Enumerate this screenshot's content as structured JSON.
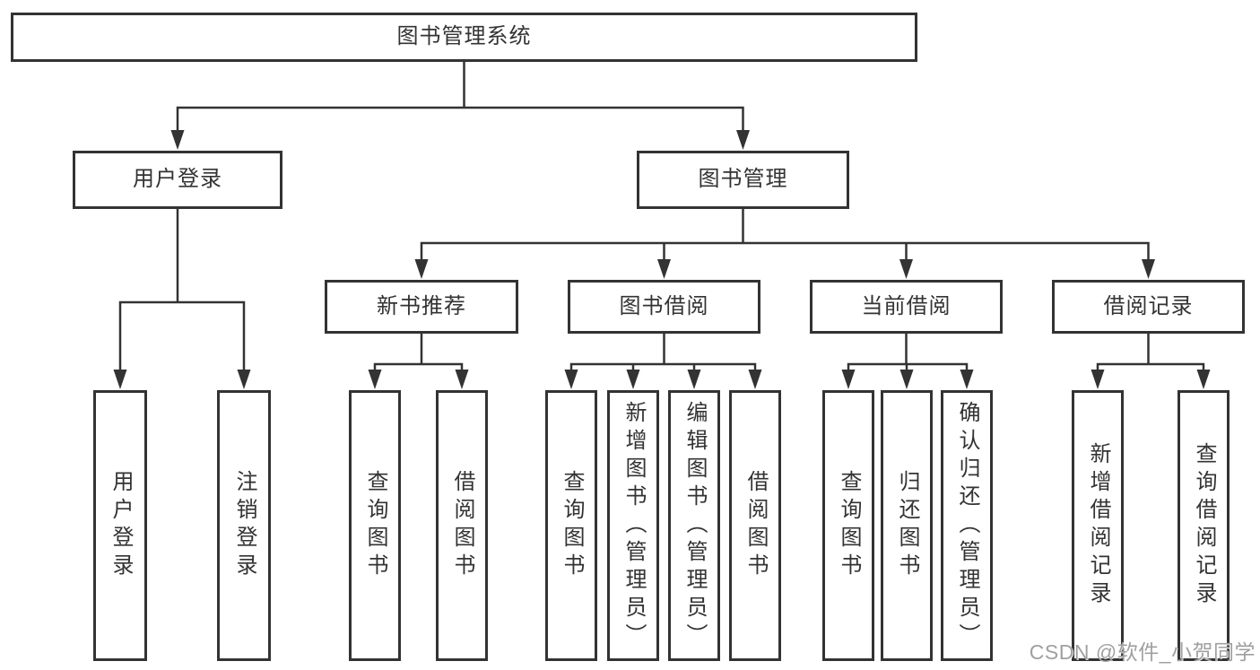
{
  "tree": {
    "label": "图书管理系统",
    "children": [
      {
        "label": "用户登录",
        "children": [
          {
            "label": "用户登录"
          },
          {
            "label": "注销登录"
          }
        ]
      },
      {
        "label": "图书管理",
        "children": [
          {
            "label": "新书推荐",
            "children": [
              {
                "label": "查询图书"
              },
              {
                "label": "借阅图书"
              }
            ]
          },
          {
            "label": "图书借阅",
            "children": [
              {
                "label": "查询图书"
              },
              {
                "label": "新增图书（管理员）"
              },
              {
                "label": "编辑图书（管理员）"
              },
              {
                "label": "借阅图书"
              }
            ]
          },
          {
            "label": "当前借阅",
            "children": [
              {
                "label": "查询图书"
              },
              {
                "label": "归还图书"
              },
              {
                "label": "确认归还（管理员）"
              }
            ]
          },
          {
            "label": "借阅记录",
            "children": [
              {
                "label": "新增借阅记录"
              },
              {
                "label": "查询借阅记录"
              }
            ]
          }
        ]
      }
    ]
  },
  "watermark": "CSDN @软件_小贺同学",
  "colors": {
    "line": "#333333",
    "text": "#333333",
    "watermark": "#a0a0a0",
    "background": "#ffffff"
  }
}
